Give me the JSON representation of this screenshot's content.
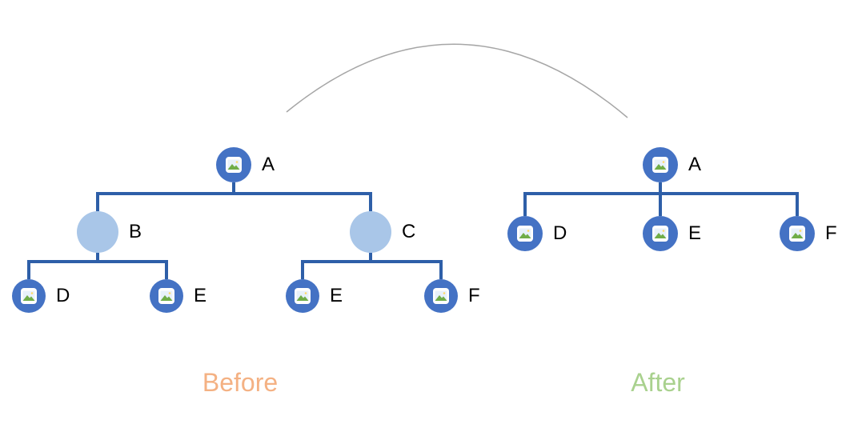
{
  "colors": {
    "node_fill": "#4472C4",
    "placeholder_fill": "#A9C6E8",
    "connector": "#2E5FA8",
    "arc": "#A6A6A6",
    "before_caption": "#F4B183",
    "after_caption": "#A9D18E",
    "label_color": "#000000"
  },
  "before": {
    "caption": "Before",
    "root": "A",
    "children": [
      "B",
      "C"
    ],
    "left_leaves": [
      "D",
      "E"
    ],
    "right_leaves": [
      "E",
      "F"
    ]
  },
  "after": {
    "caption": "After",
    "root": "A",
    "leaves": [
      "D",
      "E",
      "F"
    ]
  }
}
